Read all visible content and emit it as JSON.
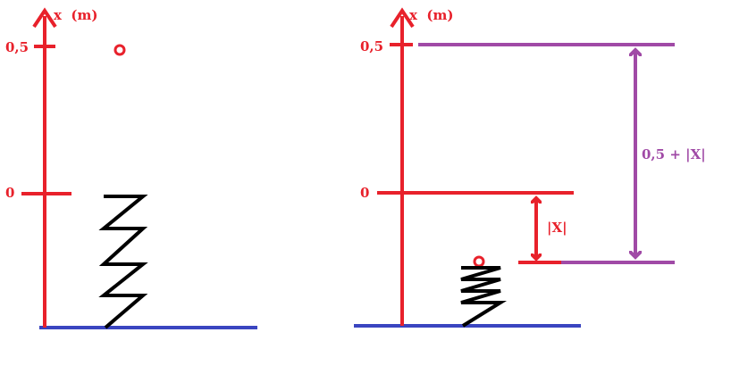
{
  "colors": {
    "axis": "#e8212b",
    "ground": "#3a45c0",
    "spring": "#000000",
    "dimension": "#a04aa6",
    "background": "#ffffff"
  },
  "left_panel": {
    "axis_label": "x  (m)",
    "tick_top": "0,5",
    "tick_zero": "0",
    "ball": "mass-at-0.5m",
    "spring_state": "relaxed"
  },
  "right_panel": {
    "axis_label": "x  (m)",
    "tick_top": "0,5",
    "tick_zero": "0",
    "compression_label": "|X|",
    "total_label": "0,5 + |X|",
    "spring_state": "compressed"
  }
}
